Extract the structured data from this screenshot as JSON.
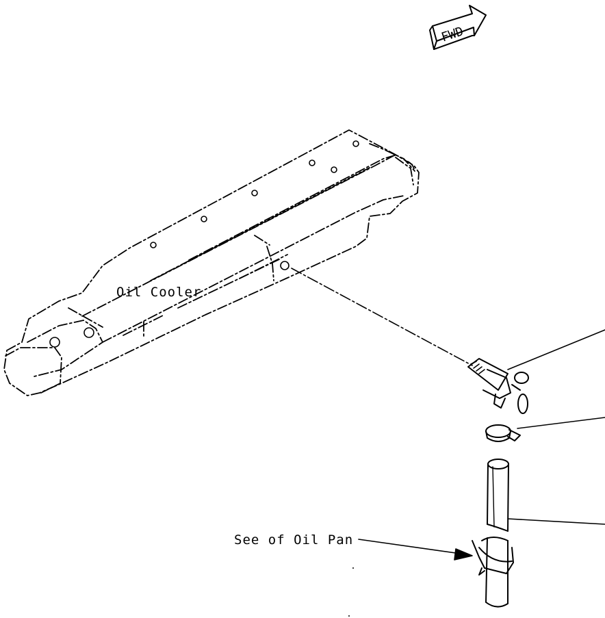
{
  "fwd_arrow": {
    "text": "FWD"
  },
  "labels": {
    "oil_cooler": "Oil Cooler",
    "see_oil_pan": "See of Oil Pan"
  },
  "colors": {
    "line": "#000000",
    "background": "#ffffff"
  }
}
